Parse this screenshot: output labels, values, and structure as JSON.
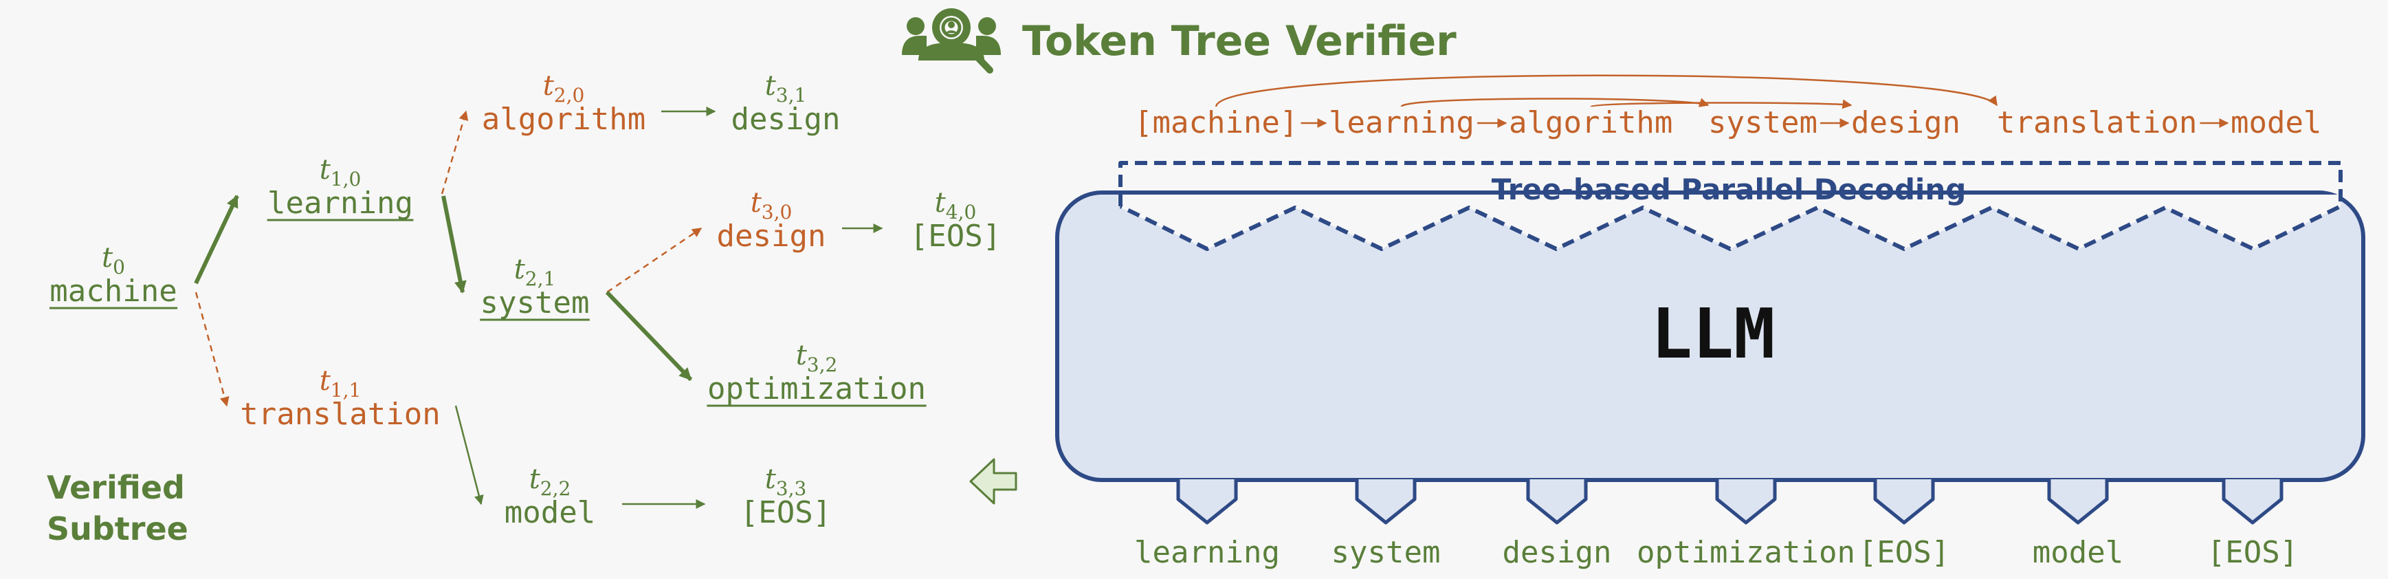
{
  "colors": {
    "green": "#5a7f3a",
    "orange": "#c2622a",
    "blue": "#2e4a86",
    "llm_fill": "#dde4f1",
    "text_dark": "#111111",
    "arrow_fill": "#e2edd5"
  },
  "header": {
    "icon": "user-search-icon",
    "title": "Token Tree Verifier"
  },
  "tree": {
    "nodes": [
      {
        "id": "t0",
        "var": "t",
        "sub": "0",
        "word": "machine",
        "color": "green",
        "underline": true
      },
      {
        "id": "t10",
        "var": "t",
        "sub": "1,0",
        "word": "learning",
        "color": "green",
        "underline": true
      },
      {
        "id": "t11",
        "var": "t",
        "sub": "1,1",
        "word": "translation",
        "color": "orange",
        "underline": false
      },
      {
        "id": "t20",
        "var": "t",
        "sub": "2,0",
        "word": "algorithm",
        "color": "orange",
        "underline": false
      },
      {
        "id": "t21",
        "var": "t",
        "sub": "2,1",
        "word": "system",
        "color": "green",
        "underline": true
      },
      {
        "id": "t22",
        "var": "t",
        "sub": "2,2",
        "word": "model",
        "color": "green",
        "underline": false
      },
      {
        "id": "t31",
        "var": "t",
        "sub": "3,1",
        "word": "design",
        "color": "green",
        "underline": false
      },
      {
        "id": "t30",
        "var": "t",
        "sub": "3,0",
        "word": "design",
        "color": "orange",
        "underline": false
      },
      {
        "id": "t32",
        "var": "t",
        "sub": "3,2",
        "word": "optimization",
        "color": "green",
        "underline": true
      },
      {
        "id": "t33",
        "var": "t",
        "sub": "3,3",
        "word": "[EOS]",
        "color": "green",
        "underline": false
      },
      {
        "id": "t40",
        "var": "t",
        "sub": "4,0",
        "word": "[EOS]",
        "color": "green",
        "underline": false
      }
    ],
    "edges": [
      {
        "from": "t0",
        "to": "t10",
        "style": "bold"
      },
      {
        "from": "t0",
        "to": "t11",
        "style": "dashed"
      },
      {
        "from": "t10",
        "to": "t20",
        "style": "dashed"
      },
      {
        "from": "t10",
        "to": "t21",
        "style": "bold"
      },
      {
        "from": "t20",
        "to": "t31",
        "style": "thin"
      },
      {
        "from": "t21",
        "to": "t30",
        "style": "dashed"
      },
      {
        "from": "t21",
        "to": "t32",
        "style": "bold"
      },
      {
        "from": "t11",
        "to": "t22",
        "style": "thin"
      },
      {
        "from": "t22",
        "to": "t33",
        "style": "thin"
      },
      {
        "from": "t30",
        "to": "t40",
        "style": "thin"
      }
    ],
    "verified_label_line1": "Verified",
    "verified_label_line2": "Subtree"
  },
  "sequence": {
    "tokens": [
      "[machine]",
      "learning",
      "algorithm",
      "system",
      "design",
      "translation",
      "model"
    ]
  },
  "decoding": {
    "label": "Tree-based Parallel Decoding"
  },
  "llm": {
    "label": "LLM"
  },
  "outputs": {
    "tokens": [
      "learning",
      "system",
      "design",
      "optimization",
      "[EOS]",
      "model",
      "[EOS]"
    ]
  }
}
